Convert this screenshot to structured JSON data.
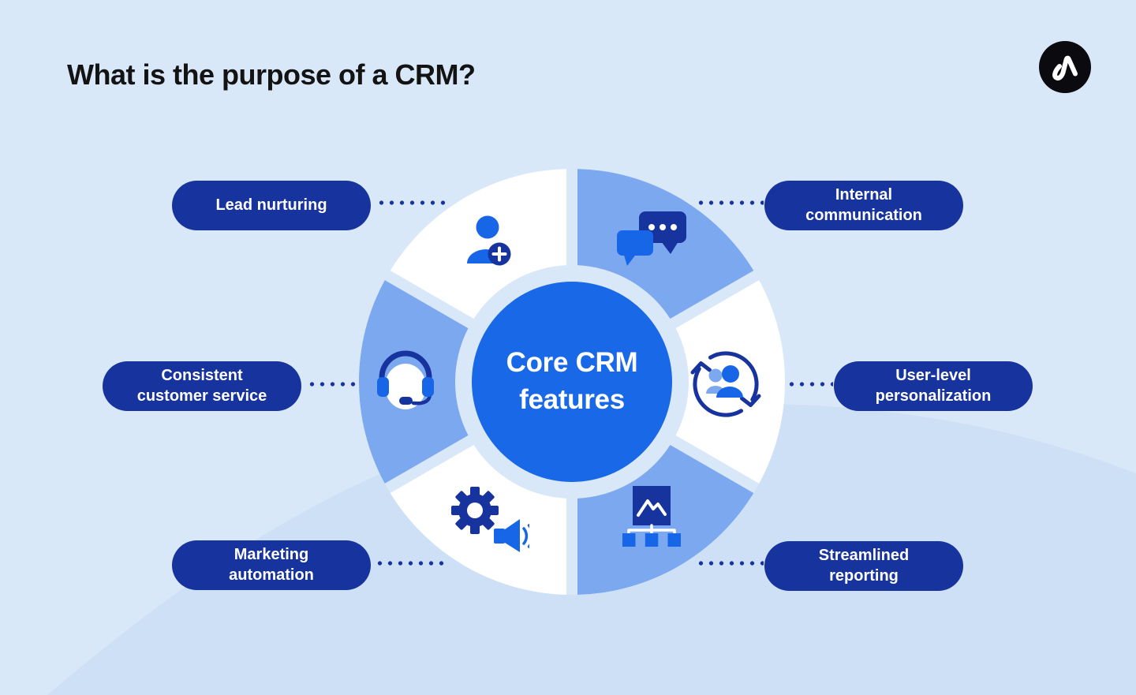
{
  "title": "What is the purpose of a CRM?",
  "logo": {
    "icon": "appcues-logo-icon",
    "background": "#0B0B0F"
  },
  "wheel": {
    "center_label": "Core CRM features",
    "center_lines": [
      "Core CRM",
      "features"
    ]
  },
  "segments": [
    {
      "position": "top-left",
      "label": "Lead nurturing",
      "lines": [
        "Lead nurturing"
      ],
      "icon": "person-add-icon",
      "fill": "#FFFFFF"
    },
    {
      "position": "top-right",
      "label": "Internal communication",
      "lines": [
        "Internal",
        "communication"
      ],
      "icon": "chat-bubbles-icon",
      "fill": "#7CA8F0"
    },
    {
      "position": "left",
      "label": "Consistent customer service",
      "lines": [
        "Consistent",
        "customer service"
      ],
      "icon": "headset-icon",
      "fill": "#7CA8F0"
    },
    {
      "position": "right",
      "label": "User-level personalization",
      "lines": [
        "User-level",
        "personalization"
      ],
      "icon": "user-refresh-icon",
      "fill": "#FFFFFF"
    },
    {
      "position": "bottom-left",
      "label": "Marketing automation",
      "lines": [
        "Marketing",
        "automation"
      ],
      "icon": "gear-megaphone-icon",
      "fill": "#FFFFFF"
    },
    {
      "position": "bottom-right",
      "label": "Streamlined reporting",
      "lines": [
        "Streamlined",
        "reporting"
      ],
      "icon": "image-org-chart-icon",
      "fill": "#7CA8F0"
    }
  ],
  "colors": {
    "page_bg": "#D9E8F8",
    "blob": "#CEE0F6",
    "segment_blue": "#7CA8F0",
    "segment_white": "#FFFFFF",
    "center_blue": "#1868E8",
    "navy": "#17339D",
    "icon_blue": "#1766E8",
    "icon_light_blue": "#7CA8F0",
    "title_text": "#131313",
    "pill_text": "#FFFFFF",
    "logo_black": "#0B0B0F"
  }
}
